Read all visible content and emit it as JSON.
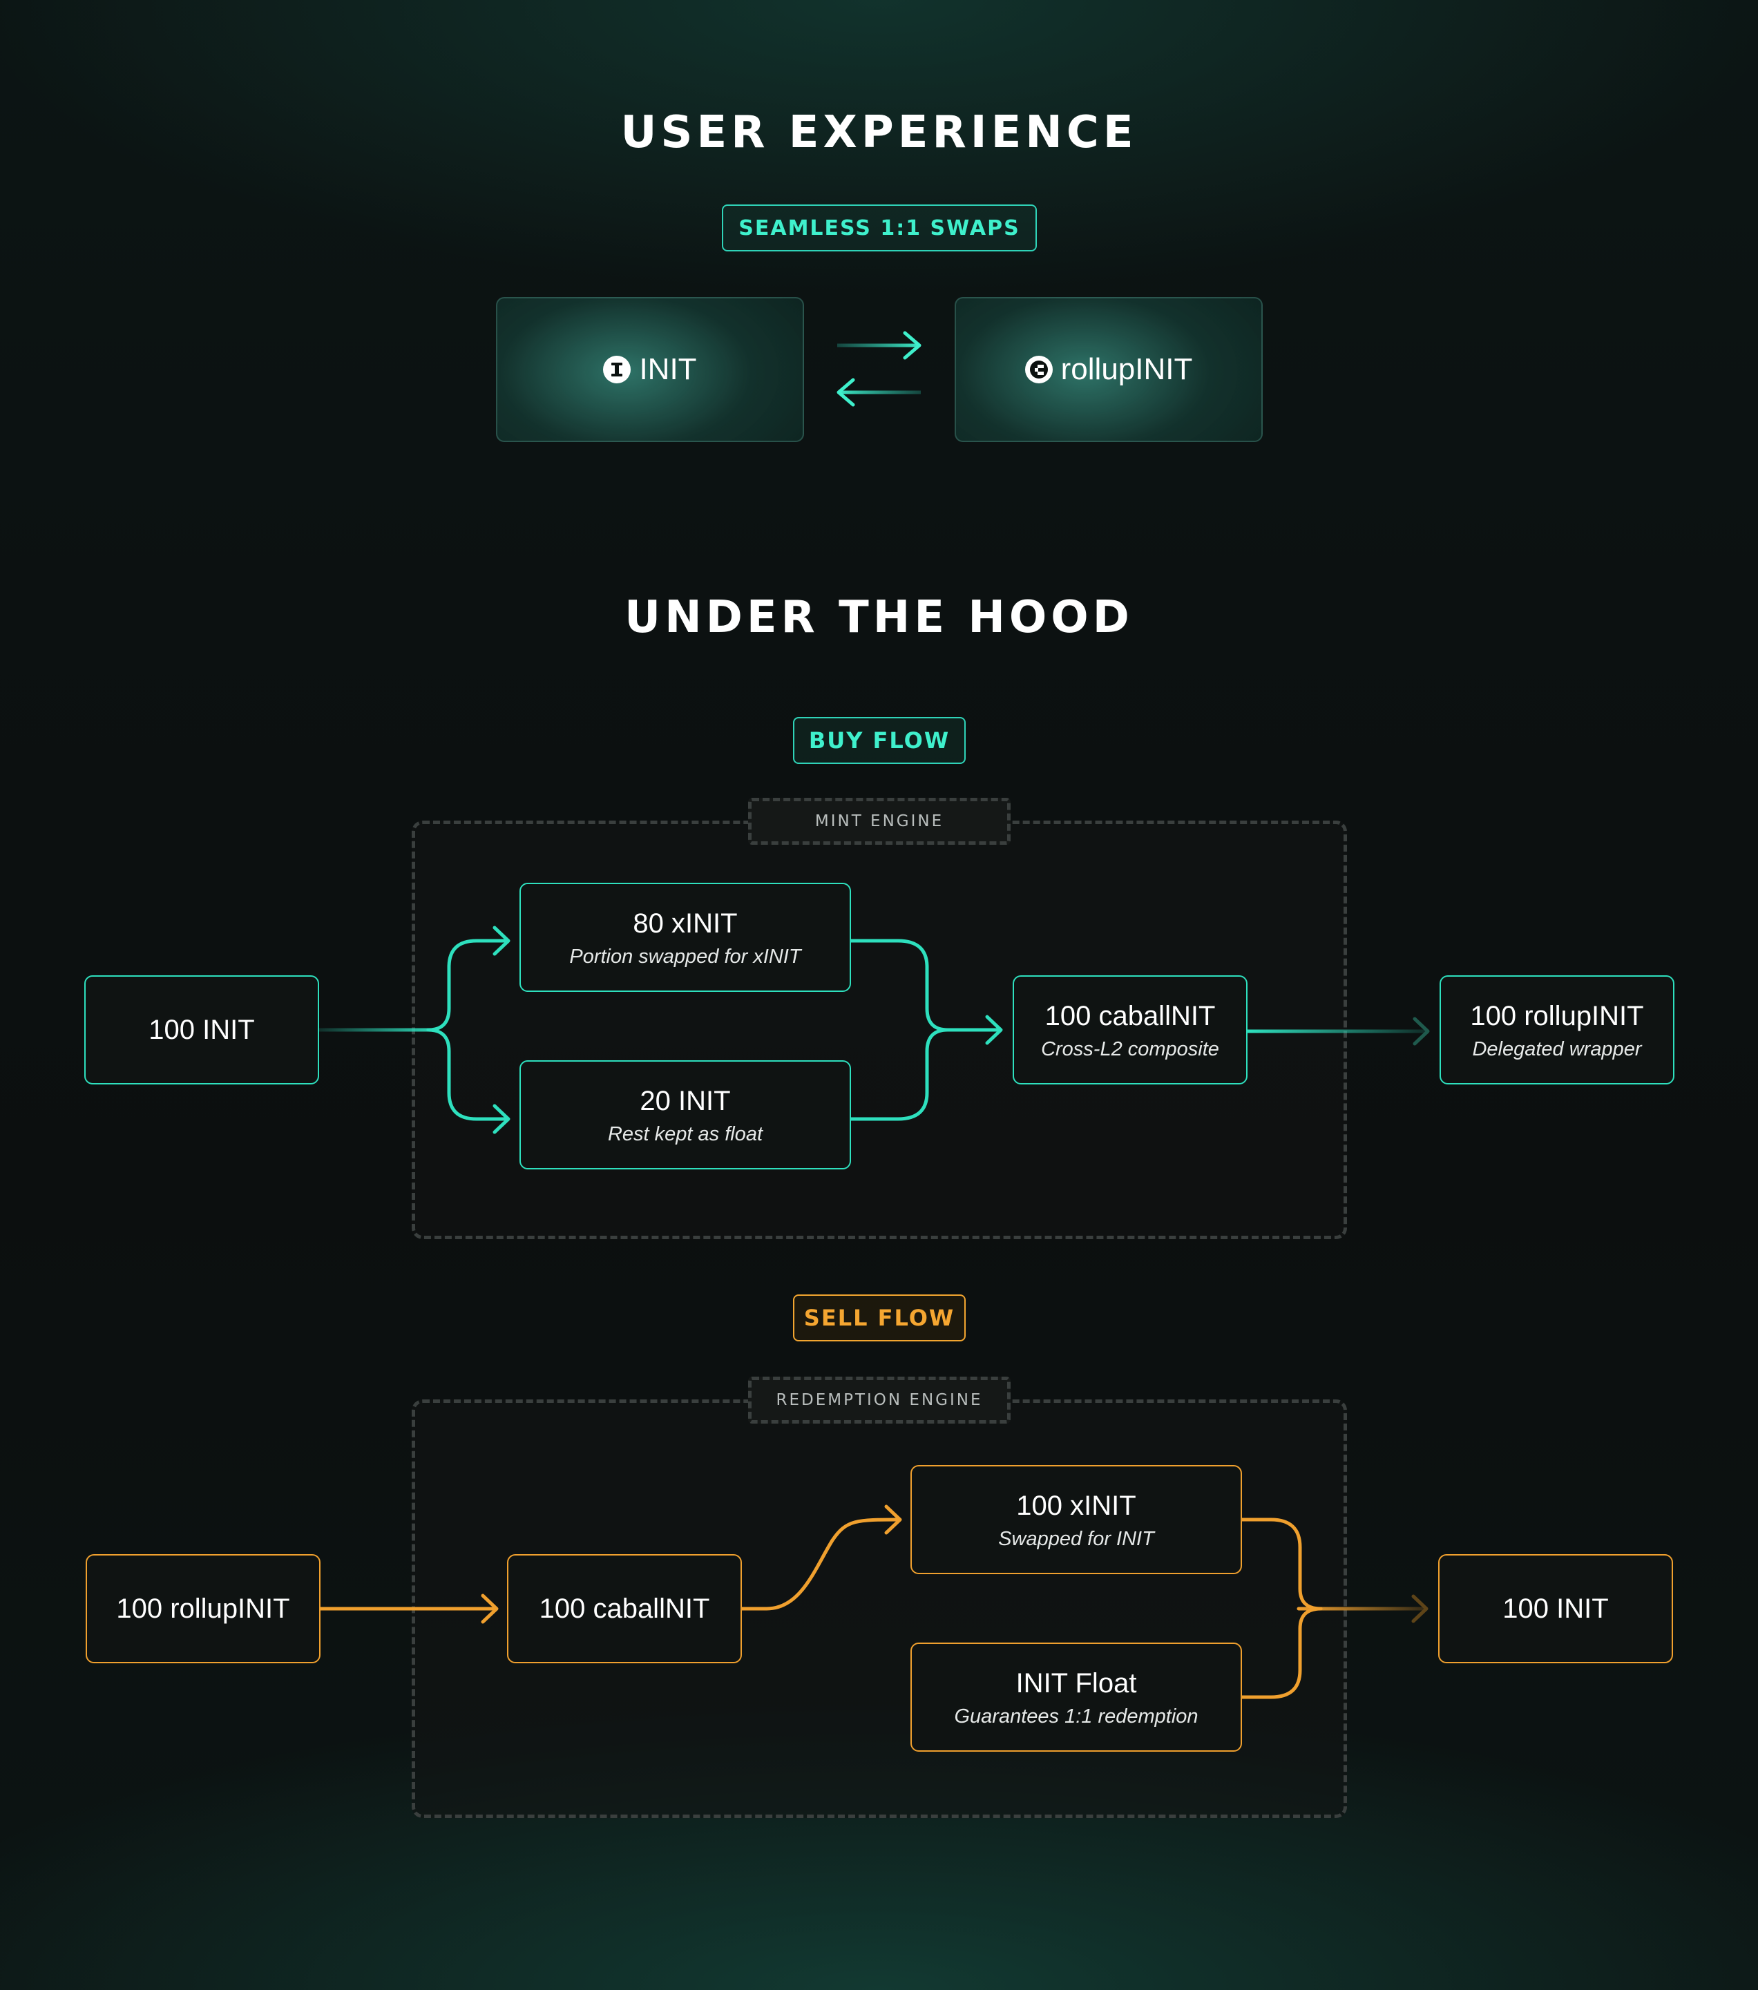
{
  "user_experience": {
    "title": "USER EXPERIENCE",
    "badge": "SEAMLESS 1:1 SWAPS",
    "left_token": {
      "label": "INIT",
      "icon": "init-logo-icon"
    },
    "right_token": {
      "label": "rollupINIT",
      "icon": "rollupinit-logo-icon"
    }
  },
  "under_the_hood": {
    "title": "UNDER THE HOOD"
  },
  "buy_flow": {
    "badge": "BUY FLOW",
    "engine_label": "MINT ENGINE",
    "input": {
      "title": "100 INIT"
    },
    "split_top": {
      "title": "80 xINIT",
      "subtitle": "Portion swapped for xINIT"
    },
    "split_bottom": {
      "title": "20 INIT",
      "subtitle": "Rest kept as float"
    },
    "composite": {
      "title": "100 caballNIT",
      "subtitle": "Cross-L2 composite"
    },
    "output": {
      "title": "100 rollupINIT",
      "subtitle": "Delegated wrapper"
    },
    "color": "#2ee0be"
  },
  "sell_flow": {
    "badge": "SELL FLOW",
    "engine_label": "REDEMPTION ENGINE",
    "input": {
      "title": "100 rollupINIT"
    },
    "cabal": {
      "title": "100 caballNIT"
    },
    "split_top": {
      "title": "100 xINIT",
      "subtitle": "Swapped for INIT"
    },
    "split_bottom": {
      "title": "INIT Float",
      "subtitle": "Guarantees 1:1 redemption"
    },
    "output": {
      "title": "100 INIT"
    },
    "color": "#f0a02e"
  }
}
